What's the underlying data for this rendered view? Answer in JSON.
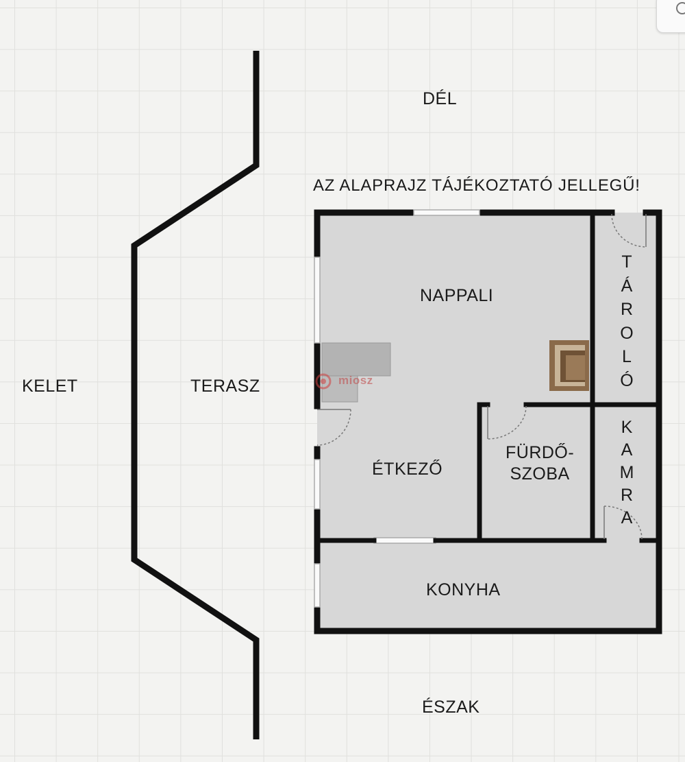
{
  "compass": {
    "south": "DÉL",
    "north": "ÉSZAK",
    "east": "KELET"
  },
  "notice": "AZ ALAPRAJZ TÁJÉKOZTATÓ JELLEGŰ!",
  "terrace": "TERASZ",
  "rooms": {
    "living": "NAPPALI",
    "dining": "ÉTKEZŐ",
    "bath_line1": "FÜRDŐ-",
    "bath_line2": "SZOBA",
    "kitchen": "KONYHA",
    "storage": [
      "T",
      "Á",
      "R",
      "O",
      "L",
      "Ó"
    ],
    "pantry": [
      "K",
      "A",
      "M",
      "R",
      "A"
    ]
  },
  "watermark": "miosz",
  "colors": {
    "floor": "#d7d7d7",
    "wall": "#111111",
    "background": "#f3f3f1",
    "fireplace": "#8a6a4a"
  },
  "icons": {
    "corner_button": "search-icon"
  }
}
